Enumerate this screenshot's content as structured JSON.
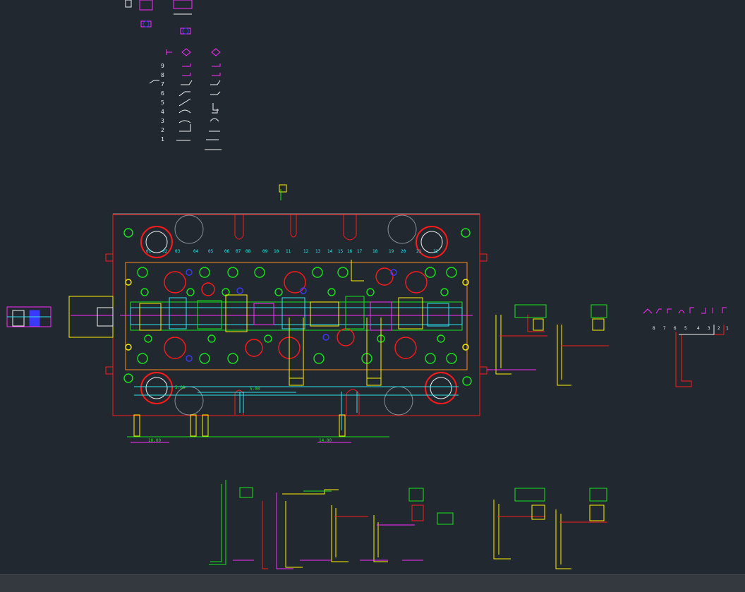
{
  "colors": {
    "background": "#212830",
    "red": "#ff1a1a",
    "green": "#17e61a",
    "yellow": "#fff200",
    "cyan": "#2de6f0",
    "magenta": "#ff2bff",
    "blue": "#3a3aff",
    "white": "#f2f2f2",
    "gray": "#8a8f95"
  },
  "strip_layout": {
    "step_numbers": [
      "9",
      "8",
      "7",
      "6",
      "5",
      "4",
      "3",
      "2",
      "1"
    ]
  },
  "die_plan": {
    "station_labels": [
      "01",
      "02",
      "03",
      "04",
      "05",
      "06",
      "07",
      "08",
      "09",
      "10",
      "11",
      "12",
      "13",
      "14",
      "15",
      "16",
      "17",
      "18",
      "19",
      "20",
      "21",
      "22"
    ],
    "dimensions": {
      "dim_1": "10.00",
      "dim_2": "14.00",
      "dim_3": "5.00",
      "dim_4": "5.00"
    }
  },
  "right_strip": {
    "step_numbers": [
      "8",
      "7",
      "6",
      "5",
      "4",
      "3",
      "2",
      "1"
    ]
  }
}
